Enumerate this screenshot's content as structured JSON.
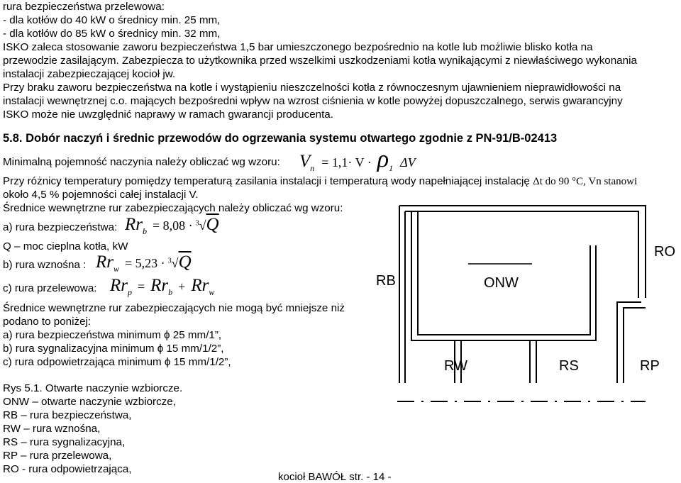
{
  "text": {
    "l1": "rura bezpieczeństwa przelewowa:",
    "l2": "- dla kotłów do 40 kW o średnicy min. 25 mm,",
    "l3": "- dla kotłów do 85 kW o średnicy min. 32 mm,",
    "l4": "ISKO zaleca stosowanie zaworu bezpieczeństwa 1,5 bar umieszczonego bezpośrednio na kotle lub możliwie blisko kotła na",
    "l5": "przewodzie zasilającym. Zabezpiecza to użytkownika przed wszelkimi uszkodzeniami kotła wynikającymi z niewłaściwego wykonania",
    "l6": "instalacji zabezpieczającej kocioł jw.",
    "l7": "Przy braku zaworu bezpieczeństwa na kotle i wystąpieniu nieszczelności kotła z równoczesnym ujawnieniem nieprawidłowości na",
    "l8": "instalacji wewnętrznej c.o. mających bezpośredni wpływ na wzrost ciśnienia w kotle powyżej dopuszczalnego, serwis gwarancyjny",
    "l9": "ISKO może nie uwzględnić naprawy w ramach gwarancji producenta.",
    "heading": "5.8. Dobór naczyń i średnic przewodów do ogrzewania systemu otwartego zgodnie z PN-91/B-02413",
    "vol_label": "Minimalną pojemność naczynia należy obliczać wg wzoru:",
    "diff_prefix": "Przy różnicy temperatury pomiędzy temperaturą zasilania instalacji i temperaturą wody napełniającej instalację",
    "diff_suffix": "Δt do 90 °C, Vn stanowi",
    "l_okolo": "około 4,5 % pojemności całej instalacji V.",
    "l_srednice": "Średnice wewnętrzne rur zabezpieczających należy obliczać wg wzoru:",
    "a_label": "a) rura bezpieczeństwa:",
    "q_label": "Q – moc cieplna kotła, kW",
    "b_label": "b) rura wznośna :",
    "c_label": "c) rura przelewowa:",
    "min1": "Średnice wewnętrzne rur zabezpieczających nie mogą być mniejsze niż",
    "min2": "podano to poniżej:",
    "min_a": "a) rura bezpieczeństwa minimum ϕ 25 mm/1”,",
    "min_b": "b) rura sygnalizacyjna minimum ϕ 15 mm/1/2”,",
    "min_c": "c) rura odpowietrzająca minimum ϕ 15 mm/1/2”,",
    "rys": "Rys 5.1. Otwarte naczynie wzbiorcze.",
    "leg1": "ONW – otwarte naczynie wzbiorcze,",
    "leg2": "RB – rura bezpieczeństwa,",
    "leg3": "RW – rura wznośna,",
    "leg4": "RS – rura sygnalizacyjna,",
    "leg5": "RP – rura przelewowa,",
    "leg6": "RO - rura odpowietrzająca,",
    "footer": "kocioł BAWÓŁ str.  - 14 -"
  },
  "formulas": {
    "vn_V": "V",
    "vn_sub": "n",
    "vn_eq": "= 1,1· V ·",
    "vn_rho": "ρ",
    "vn_rho_sub": "1",
    "vn_dv": "ΔV",
    "rb_Rr": "Rr",
    "rb_sub": "b",
    "rb_eq": "= 8,08 ·",
    "rb_root_idx": "3",
    "rb_Q": "Q",
    "rw_Rr": "Rr",
    "rw_sub": "w",
    "rw_eq": "= 5,23 ·",
    "rw_root_idx": "3",
    "rw_Q": "Q",
    "rp_Rr": "Rr",
    "rp_sub": "p",
    "rp_eq": "=",
    "rp_Rr2": "Rr",
    "rp_sub2": "b",
    "rp_plus": "+",
    "rp_Rr3": "Rr",
    "rp_sub3": "w"
  },
  "diagram": {
    "RO": "RO",
    "RB": "RB",
    "ONW": "ONW",
    "RW": "RW",
    "RS": "RS",
    "RP": "RP"
  }
}
